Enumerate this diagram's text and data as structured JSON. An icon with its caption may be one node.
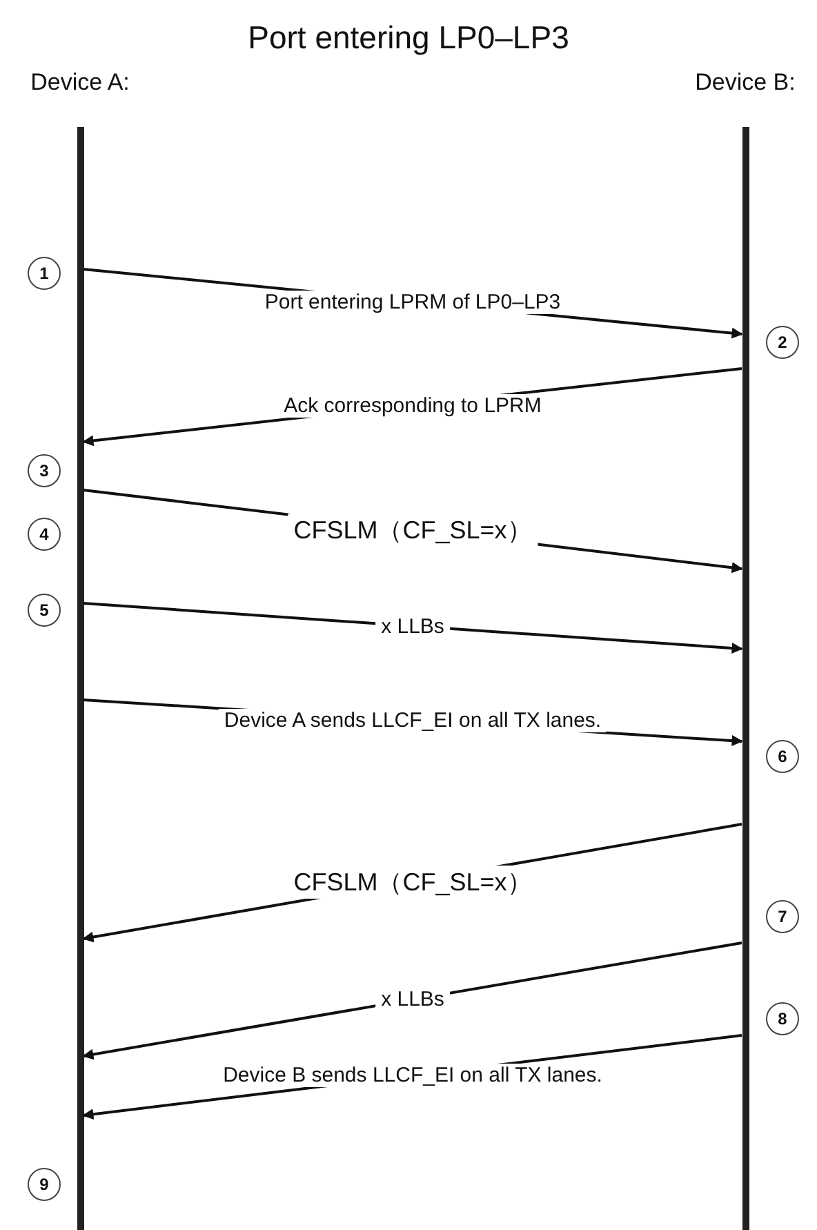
{
  "diagram": {
    "title": "Port entering LP0–LP3",
    "nodes": [
      {
        "text": [
          "Device A:"
        ]
      },
      {
        "text": [
          "Device B:"
        ]
      }
    ],
    "edges": [
      {
        "from": 0,
        "to": 1,
        "arrow": "to",
        "label": "Port entering LPRM of LP0–LP3"
      },
      {
        "from": 1,
        "to": 0,
        "arrow": "to",
        "label": "Ack corresponding to LPRM"
      },
      {
        "from": 0,
        "to": 1,
        "arrow": "to",
        "label": "CFSLM（CF_SL=x）"
      },
      {
        "from": 0,
        "to": 1,
        "arrow": "to",
        "label": "x LLBs"
      },
      {
        "from": 0,
        "to": 1,
        "arrow": "to",
        "label": "Device A sends LLCF_EI on all TX lanes."
      },
      {
        "from": 1,
        "to": 0,
        "arrow": "to",
        "label": "CFSLM（CF_SL=x）"
      },
      {
        "from": 1,
        "to": 0,
        "arrow": "to",
        "label": "x LLBs"
      },
      {
        "from": 1,
        "to": 0,
        "arrow": "to",
        "label": "Device B sends LLCF_EI on all TX lanes."
      }
    ],
    "labels": [
      "1",
      "2",
      "3",
      "4",
      "5",
      "6",
      "7",
      "8",
      "9"
    ]
  }
}
